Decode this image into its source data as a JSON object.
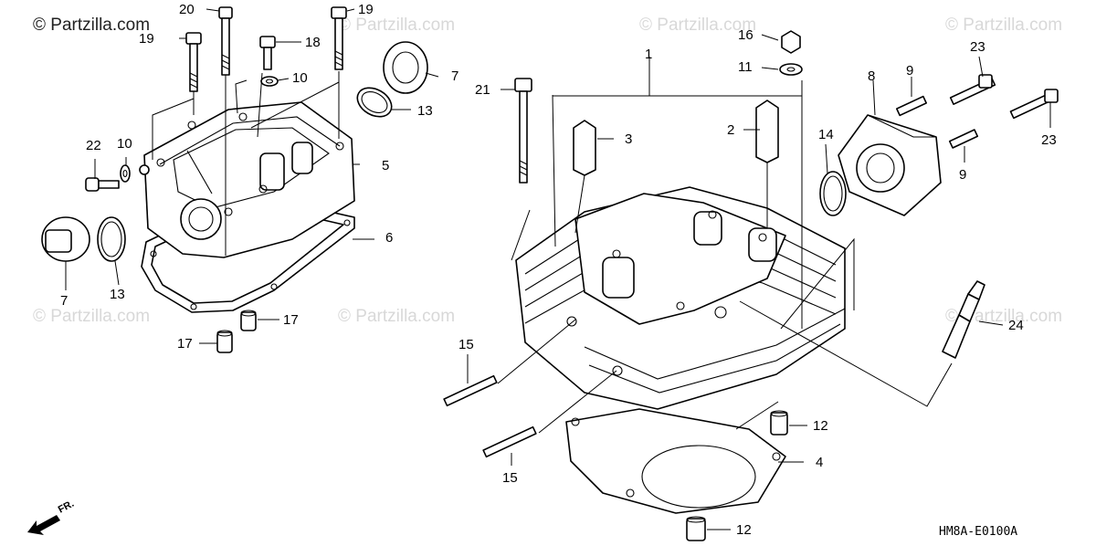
{
  "watermark": {
    "main": "© Partzilla.com",
    "faint": "© Partzilla.com"
  },
  "diagram_code": "HM8A-E0100A",
  "front_indicator": "FR.",
  "callouts": {
    "c1": "1",
    "c2": "2",
    "c3": "3",
    "c4": "4",
    "c5": "5",
    "c6": "6",
    "c7a": "7",
    "c7b": "7",
    "c8": "8",
    "c9a": "9",
    "c9b": "9",
    "c10a": "10",
    "c10b": "10",
    "c11": "11",
    "c12a": "12",
    "c12b": "12",
    "c13a": "13",
    "c13b": "13",
    "c14": "14",
    "c15a": "15",
    "c15b": "15",
    "c16": "16",
    "c17a": "17",
    "c17b": "17",
    "c18": "18",
    "c19a": "19",
    "c19b": "19",
    "c20": "20",
    "c21": "21",
    "c22": "22",
    "c23a": "23",
    "c23b": "23",
    "c24": "24"
  }
}
